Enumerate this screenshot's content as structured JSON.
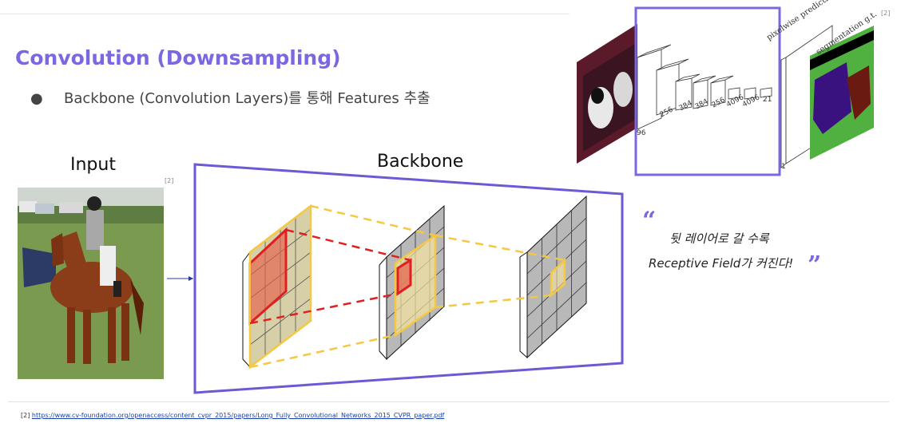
{
  "slide": {
    "title": "Convolution (Downsampling)",
    "bullet_symbol": "●",
    "bullet_text": "Backbone (Convolution Layers)를 통해 Features 추출",
    "input_label": "Input",
    "backbone_label": "Backbone",
    "ref_input": "[2]",
    "ref_top": "[2]"
  },
  "quote": {
    "open_mark": "“",
    "close_mark": "”",
    "line1": "뒷 레이어로 갈 수록",
    "line2": "Receptive Field가 커진다!"
  },
  "fcn_figure": {
    "dim_labels": [
      "96",
      "256",
      "384",
      "384",
      "256",
      "4096",
      "4096",
      "21"
    ],
    "pixelwise_label": "pixelwise prediction",
    "segmentation_label": "segmentation g.t.",
    "output_dim": "1"
  },
  "footnote": {
    "prefix": "[2]",
    "url": "https://www.cv-foundation.org/openaccess/content_cvpr_2015/papers/Long_Fully_Convolutional_Networks_2015_CVPR_paper.pdf"
  },
  "colors": {
    "accent": "#7b68e0",
    "receptive_red": "#e02020",
    "receptive_yellow": "#f5c842",
    "grid_gray": "#b8b8b8"
  }
}
